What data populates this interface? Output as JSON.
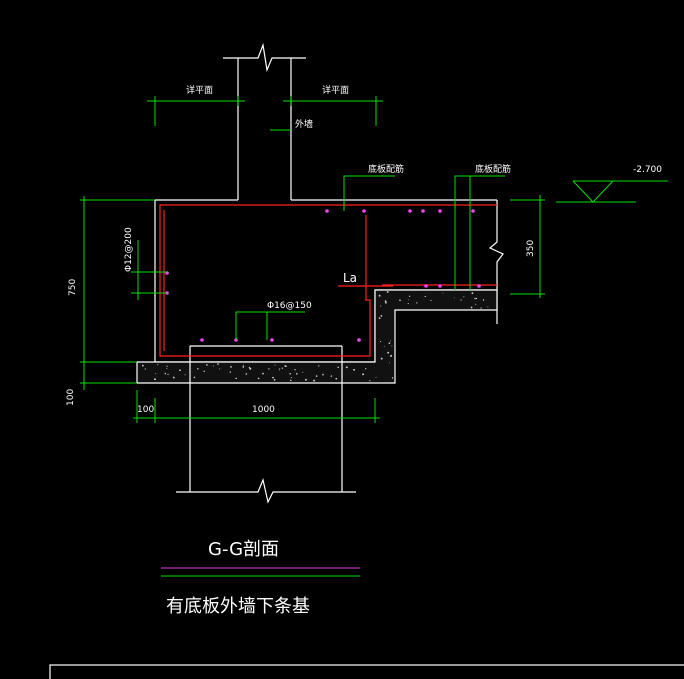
{
  "labels": {
    "slab_surface_left": "详平面",
    "slab_surface_right": "详平面",
    "outer_wall": "外墙",
    "bottom_slab_rebar_1": "底板配筋",
    "bottom_slab_rebar_2": "底板配筋",
    "elevation": "-2.700",
    "side_rebar": "Φ12@200",
    "anchorage": "La",
    "bottom_rebar": "Φ16@150",
    "dim_750": "750",
    "dim_350": "350",
    "dim_100_left": "100",
    "dim_100_bottom": "100",
    "dim_1000": "1000",
    "section_title": "G-G剖面",
    "section_subtitle": "有底板外墙下条基"
  },
  "colors": {
    "background": "#000000",
    "outline": "#ffffff",
    "dimension": "#00e000",
    "rebar": "#ff2020",
    "rebar_dot": "#ff40ff",
    "title_underline": "#e040e0"
  }
}
